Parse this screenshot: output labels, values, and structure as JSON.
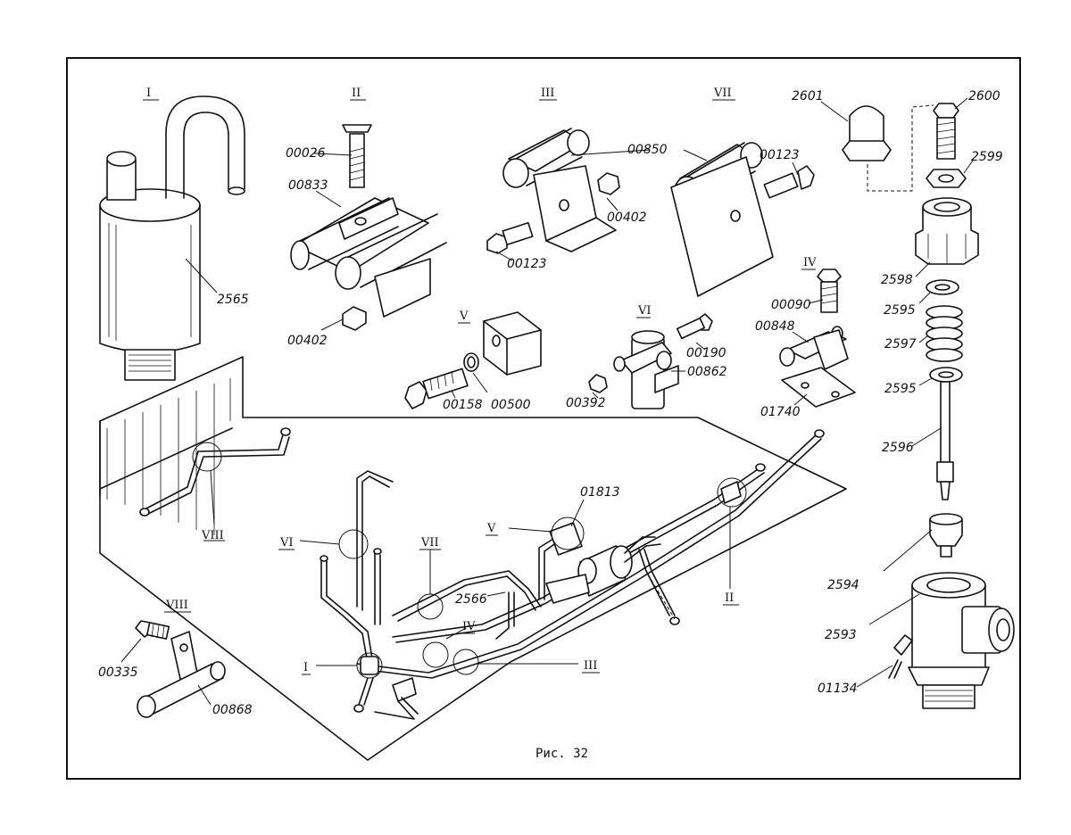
{
  "caption": "Рис. 32",
  "groups": [
    {
      "id": "I",
      "label": "I"
    },
    {
      "id": "II",
      "label": "II"
    },
    {
      "id": "III",
      "label": "III"
    },
    {
      "id": "VII",
      "label": "VII"
    },
    {
      "id": "IV",
      "label": "IV"
    },
    {
      "id": "V",
      "label": "V"
    },
    {
      "id": "VI",
      "label": "VI"
    },
    {
      "id": "VIII",
      "label": "VIII"
    }
  ],
  "assembly_refs": {
    "viii": "VIII",
    "vi": "VI",
    "vii": "VII",
    "v": "V",
    "iv": "IV",
    "i": "I",
    "iii": "III",
    "ii": "II"
  },
  "parts": {
    "p2565": "2565",
    "p00026": "00026",
    "p00833": "00833",
    "p00402a": "00402",
    "p00850": "00850",
    "p00402b": "00402",
    "p00123a": "00123",
    "p00123b": "00123",
    "p2601": "2601",
    "p2600": "2600",
    "p2599": "2599",
    "p2598": "2598",
    "p2595a": "2595",
    "p2597": "2597",
    "p2595b": "2595",
    "p2596": "2596",
    "p2594": "2594",
    "p2593": "2593",
    "p01134": "01134",
    "p00090": "00090",
    "p00848": "00848",
    "p01740": "01740",
    "p00190": "00190",
    "p00862": "00862",
    "p00392": "00392",
    "p00158": "00158",
    "p00500": "00500",
    "p01813": "01813",
    "p2566": "2566",
    "p00335": "00335",
    "p00868": "00868"
  }
}
